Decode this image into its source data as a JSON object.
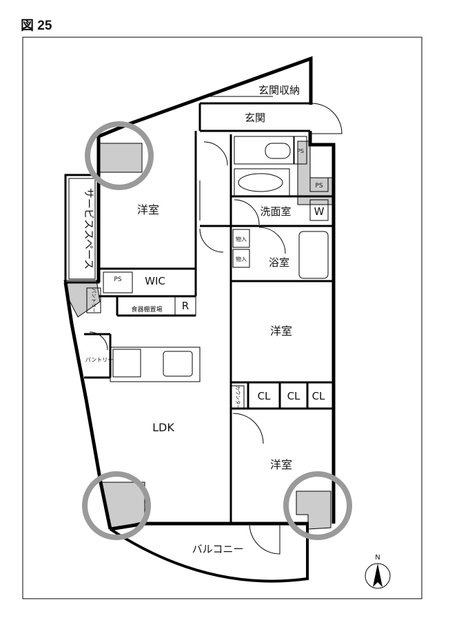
{
  "figure": {
    "title": "図 25"
  },
  "rooms": {
    "genkan_shuno": "玄関収納",
    "genkan": "玄関",
    "ps_upper": "PS",
    "ps_right": "PS",
    "ps_wic": "PS",
    "senmen": "洗面室",
    "w": "W",
    "yoshitsu_1": "洋室",
    "yoshitsu_2": "洋室",
    "yoshitsu_3": "洋室",
    "service_space": "サービススペース",
    "mono_1": "物入",
    "mono_2": "物入",
    "yokushitsu": "浴室",
    "wic": "WIC",
    "shokki": "食器棚置場",
    "r": "R",
    "pantry_upper": "パントリー",
    "pantry_lower": "パントリー",
    "counter": "カウンター",
    "cl_1": "CL",
    "cl_2": "CL",
    "cl_3": "CL",
    "ldk": "LDK",
    "balcony": "バルコニー"
  },
  "compass": {
    "label": "N"
  },
  "colors": {
    "wall": "#000000",
    "pillar": "#cccccc",
    "highlight": "#9a9a9a"
  }
}
